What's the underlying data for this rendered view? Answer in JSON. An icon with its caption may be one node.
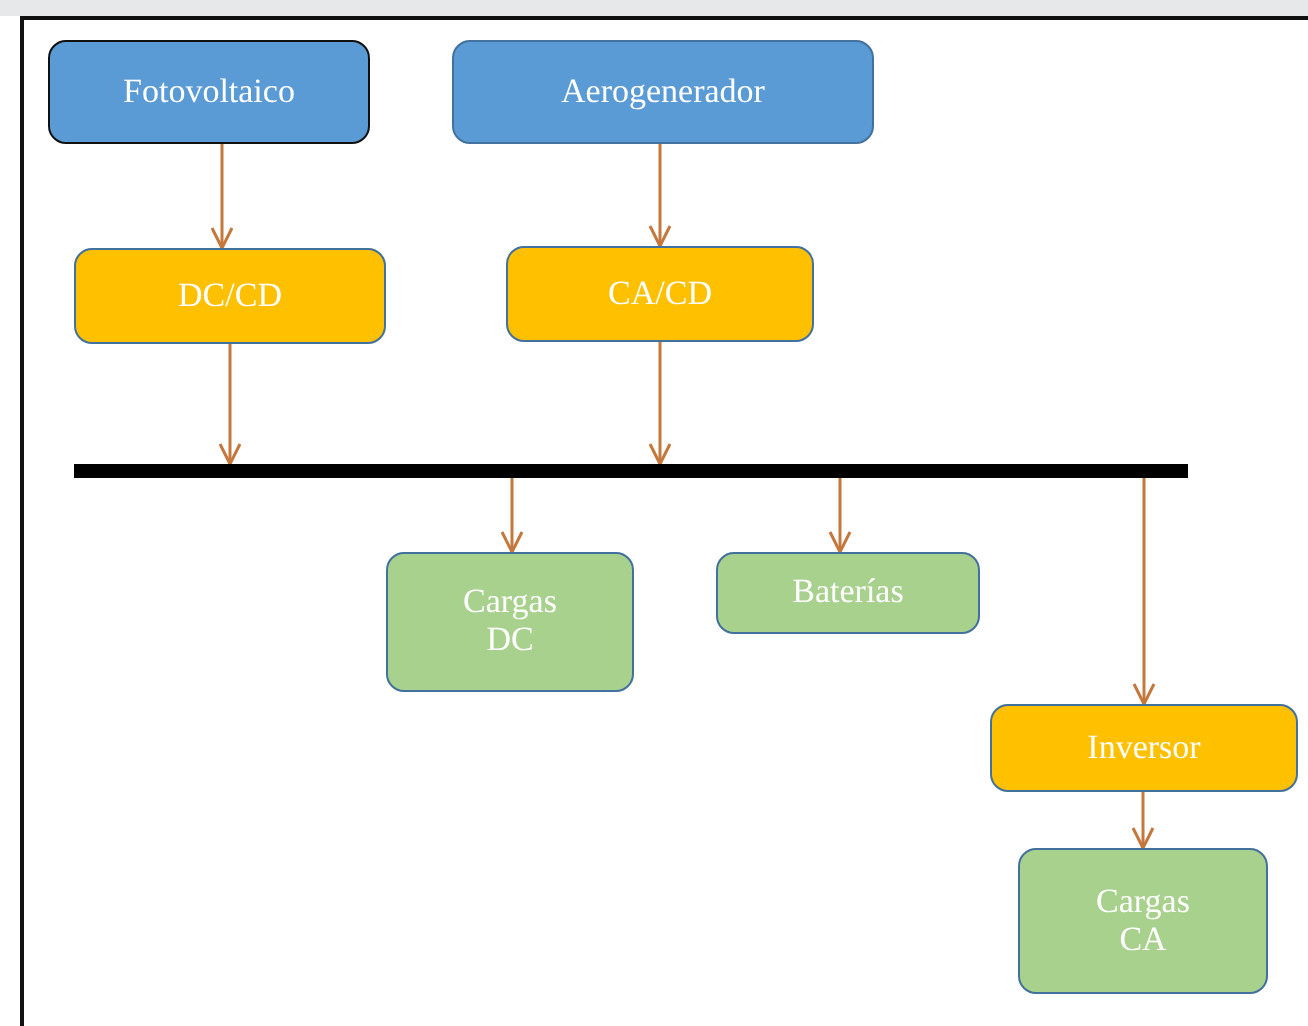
{
  "diagram": {
    "nodes": [
      {
        "text": [
          "Fotovoltaico"
        ]
      },
      {
        "text": [
          "Aerogenerador"
        ]
      },
      {
        "text": [
          "DC/CD"
        ]
      },
      {
        "text": [
          "CA/CD"
        ]
      },
      {
        "text": [],
        "shape": "bar"
      },
      {
        "text": [
          "Cargas DC"
        ]
      },
      {
        "text": [
          "Baterías"
        ]
      },
      {
        "text": [
          "Inversor"
        ]
      },
      {
        "text": [
          "Cargas CA"
        ]
      }
    ],
    "edges": [
      {
        "from": 0,
        "to": 2,
        "arrow": "to"
      },
      {
        "from": 1,
        "to": 3,
        "arrow": "to"
      },
      {
        "from": 2,
        "to": 4,
        "arrow": "to"
      },
      {
        "from": 3,
        "to": 4,
        "arrow": "to"
      },
      {
        "from": 4,
        "to": 5,
        "arrow": "to"
      },
      {
        "from": 4,
        "to": 6,
        "arrow": "to"
      },
      {
        "from": 4,
        "to": 7,
        "arrow": "to"
      },
      {
        "from": 7,
        "to": 8,
        "arrow": "to"
      }
    ]
  }
}
